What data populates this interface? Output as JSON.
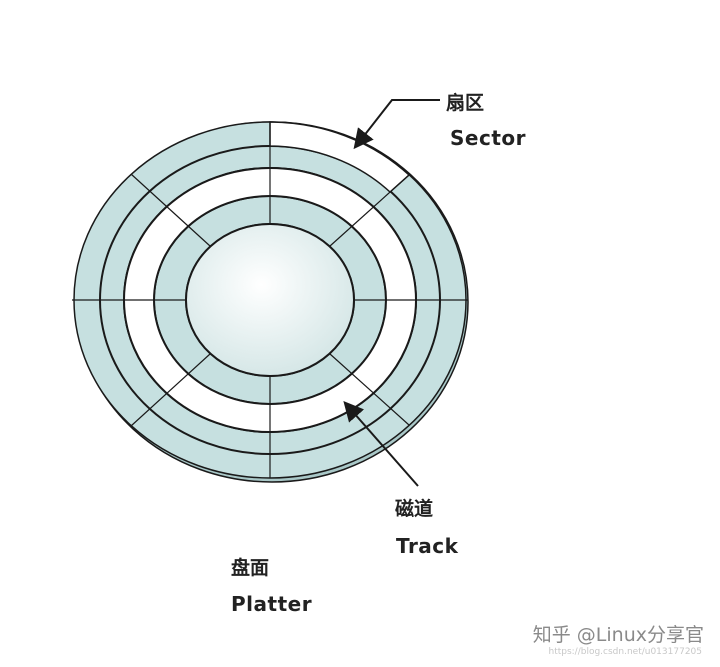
{
  "labels": {
    "sector_cn": "扇区",
    "sector_en": "Sector",
    "track_cn": "磁道",
    "track_en": "Track",
    "platter_cn": "盘面",
    "platter_en": "Platter"
  },
  "watermark": {
    "text": "知乎 @Linux分享官",
    "url": "https://blog.csdn.net/u013177205"
  },
  "colors": {
    "platter_fill": "#c6e0e0",
    "hub_fill": "#f2f7f7",
    "outline": "#1a1a1a",
    "highlight_band": "#ffffff"
  }
}
